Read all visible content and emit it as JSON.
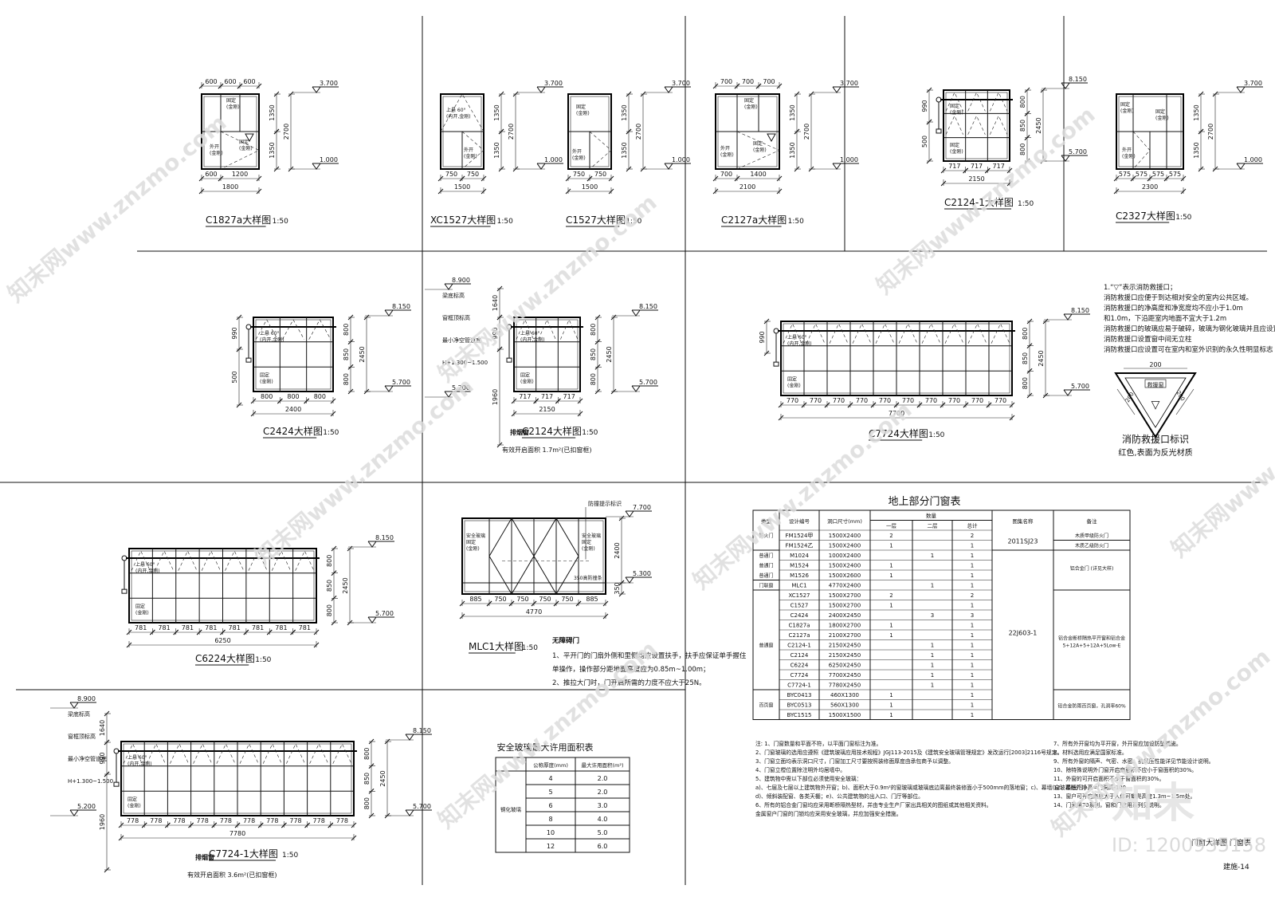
{
  "details": [
    {
      "code": "C1827a大样图",
      "scale": "1:50",
      "top_dims": [
        "600",
        "600",
        "600"
      ],
      "bottom_dims": [
        "600",
        "1200"
      ],
      "total": "1800",
      "heights": [
        "1350",
        "1350"
      ],
      "total_h": "2700",
      "elev_top": "3.700",
      "elev_bot": "1.000",
      "labels": [
        "固定\n(金刚)",
        "外开\n(金刚)",
        "固定\n(金刚)"
      ]
    },
    {
      "code": "XC1527大样图",
      "scale": "1:50",
      "bottom_dims": [
        "750",
        "750"
      ],
      "total": "1500",
      "heights": [
        "1350",
        "1350"
      ],
      "total_h": "2700",
      "elev_top": "3.700",
      "elev_bot": "1.000",
      "labels": [
        "上悬 60°\n(内开,金刚)",
        "外开\n(金刚)"
      ]
    },
    {
      "code": "C1527大样图",
      "scale": "1:50",
      "bottom_dims": [
        "750",
        "750"
      ],
      "total": "1500",
      "heights": [
        "1350",
        "1350"
      ],
      "total_h": "2700",
      "elev_top": "3.700",
      "elev_bot": "1.000",
      "labels": [
        "固定\n(金刚)",
        "外开\n(金刚)"
      ]
    },
    {
      "code": "C2127a大样图",
      "scale": "1:50",
      "top_dims": [
        "700",
        "700",
        "700"
      ],
      "bottom_dims": [
        "700",
        "1400"
      ],
      "total": "2100",
      "heights": [
        "1350",
        "1350"
      ],
      "total_h": "2700",
      "elev_top": "3.700",
      "elev_bot": "1.000",
      "labels": [
        "固定\n(金刚)",
        "外开\n(金刚)",
        "固定\n(金刚)"
      ]
    },
    {
      "code": "C2124-1大样图",
      "scale": "1:50",
      "bottom_dims": [
        "717",
        "717",
        "717"
      ],
      "total": "2150",
      "heights": [
        "800",
        "850",
        "800"
      ],
      "total_h": "2450",
      "left_dims": [
        "990",
        "500"
      ],
      "elev_top": "8.150",
      "elev_bot": "5.700",
      "labels": [
        "固定\n(金刚)"
      ]
    },
    {
      "code": "C2327大样图",
      "scale": "1:50",
      "bottom_dims": [
        "575",
        "575",
        "575",
        "575"
      ],
      "total": "2300",
      "heights": [
        "1350",
        "1350"
      ],
      "total_h": "2700",
      "elev_top": "3.700",
      "elev_bot": "1.000",
      "labels": [
        "固定\n(金刚)",
        "外开\n(金刚)",
        "固定\n(金刚)"
      ]
    },
    {
      "code": "C2424大样图",
      "scale": "1:50",
      "bottom_dims": [
        "800",
        "800",
        "800"
      ],
      "total": "2400",
      "heights": [
        "800",
        "850",
        "800"
      ],
      "total_h": "2450",
      "left_dims": [
        "990",
        "500"
      ],
      "elev_top": "8.150",
      "elev_bot": "5.700",
      "labels": [
        "上悬 60°\n(内开,金刚)",
        "固定\n(金刚)"
      ]
    },
    {
      "code": "C2124大样图",
      "scale": "1:50",
      "bottom_dims": [
        "717",
        "717",
        "717"
      ],
      "total": "2150",
      "heights": [
        "800",
        "850",
        "800"
      ],
      "total_h": "2450",
      "left_dims": [
        "1640",
        "990",
        "1960"
      ],
      "elev_top": "8.150",
      "elev_bot": "5.700",
      "elev_extra": [
        "8.900",
        "5.200"
      ],
      "side_notes": [
        "排烟窗",
        "有效开启面积 1.7m²(已扣窗框)"
      ],
      "labels": [
        "上悬 60°\n(内开,金刚)",
        "固定\n(金刚)"
      ],
      "left_notes": [
        "梁底标高",
        "窗框顶标高",
        "最小净空管道底",
        "H+1.300~1.500"
      ]
    },
    {
      "code": "C7724大样图",
      "scale": "1:50",
      "bottom_dims": [
        "770",
        "770",
        "770",
        "770",
        "770",
        "770",
        "770",
        "770",
        "770",
        "770"
      ],
      "total": "7700",
      "heights": [
        "800",
        "850",
        "800"
      ],
      "total_h": "2450",
      "left_dims": [
        "990"
      ],
      "elev_top": "8.150",
      "elev_bot": "5.700",
      "labels": [
        "上悬 60°\n(内开,金刚)",
        "固定\n(金刚)"
      ]
    },
    {
      "code": "C6224大样图",
      "scale": "1:50",
      "bottom_dims": [
        "781",
        "781",
        "781",
        "781",
        "781",
        "781",
        "781",
        "781"
      ],
      "total": "6250",
      "heights": [
        "800",
        "850",
        "800"
      ],
      "total_h": "2450",
      "elev_top": "8.150",
      "elev_bot": "5.700",
      "labels": [
        "上悬 60°\n(内开,金刚)",
        "固定\n(金刚)"
      ]
    },
    {
      "code": "MLC1大样图",
      "scale": "1:50",
      "bottom_dims": [
        "885",
        "750",
        "750",
        "750",
        "750",
        "885"
      ],
      "total": "4770",
      "heights": [
        "2400",
        "350"
      ],
      "elev_top": "7.700",
      "elev_bot": "5.300",
      "labels": [
        "安全玻璃\n固定\n(金刚)",
        "安全玻璃\n固定\n(金刚)"
      ],
      "side_note": "防撞提示标识",
      "bottom_note": "350高防撞条"
    },
    {
      "code": "C7724-1大样图",
      "scale": "1:50",
      "bottom_dims": [
        "778",
        "778",
        "778",
        "778",
        "778",
        "778",
        "778",
        "778",
        "778",
        "778"
      ],
      "total": "7780",
      "heights": [
        "800",
        "850",
        "800"
      ],
      "total_h": "2450",
      "left_dims": [
        "1640",
        "990",
        "1960"
      ],
      "elev_top": "8.150",
      "elev_bot": "5.700",
      "elev_extra": [
        "8.900",
        "5.200"
      ],
      "side_notes": [
        "排烟窗",
        "有效开启面积 3.6m²(已扣窗框)"
      ],
      "labels": [
        "上悬 60°\n(内开,金刚)",
        "固定\n(金刚)"
      ],
      "left_notes": [
        "梁底标高",
        "窗框顶标高",
        "最小净空管道底",
        "H+1.300~1.500"
      ]
    }
  ],
  "mlc_notes": {
    "title": "无障碍门",
    "lines": [
      "1、平开门的门扇外侧和里侧均应设置扶手，扶手应保证单手握住",
      "   单操作，操作部分距地面高度应为0.85m~1.00m；",
      "2、推拉大门时，门开启所需的力度不应大于25N。"
    ]
  },
  "fire_notes": {
    "lines": [
      "1.“▽”表示消防救援口；",
      "消防救援口应便于到达相对安全的室内公共区域。",
      "消防救援口的净高度和净宽度均不应小于1.0m",
      "和1.0m，下沿距室内地面不宜大于1.2m",
      "消防救援口的玻璃应易于破碎，玻璃为钢化玻璃并且应设置",
      "消防救援口设置窗中间无立柱",
      "消防救援口应设置可在室内和室外识别的永久性明显标志"
    ],
    "sign_text": "救援窗",
    "sign_dim": "200",
    "sign_title": "消防救援口标识",
    "sign_sub": "红色,表面为反光材质"
  },
  "glass_table": {
    "title": "安全玻璃最大许用面积表",
    "headers": [
      "公称厚度(mm)",
      "最大许用面积(m²)"
    ],
    "group": "钢化玻璃",
    "rows": [
      [
        "4",
        "2.0"
      ],
      [
        "5",
        "2.0"
      ],
      [
        "6",
        "3.0"
      ],
      [
        "8",
        "4.0"
      ],
      [
        "10",
        "5.0"
      ],
      [
        "12",
        "6.0"
      ]
    ]
  },
  "schedule": {
    "title": "地上部分门窗表",
    "headers": [
      "类型",
      "设计编号",
      "洞口尺寸(mm)",
      "数量",
      "图集名称",
      "备注"
    ],
    "qty_sub": [
      "一层",
      "二层",
      "总计"
    ],
    "rows": [
      {
        "type": "防火门",
        "code": "FM1524甲",
        "size": "1500X2400",
        "q": [
          "2",
          "",
          "2"
        ]
      },
      {
        "type": "",
        "code": "FM1524乙",
        "size": "1500X2400",
        "q": [
          "1",
          "",
          "1"
        ]
      },
      {
        "type": "普通门",
        "code": "M1024",
        "size": "1000X2400",
        "q": [
          "",
          "1",
          "1"
        ]
      },
      {
        "type": "普通门",
        "code": "M1524",
        "size": "1500X2400",
        "q": [
          "1",
          "",
          "1"
        ]
      },
      {
        "type": "普通门",
        "code": "M1526",
        "size": "1500X2600",
        "q": [
          "1",
          "",
          "1"
        ]
      },
      {
        "type": "门联窗",
        "code": "MLC1",
        "size": "4770X2400",
        "q": [
          "",
          "1",
          "1"
        ]
      },
      {
        "type": "",
        "code": "XC1527",
        "size": "1500X2700",
        "q": [
          "2",
          "",
          "2"
        ]
      },
      {
        "type": "",
        "code": "C1527",
        "size": "1500X2700",
        "q": [
          "1",
          "",
          "1"
        ]
      },
      {
        "type": "",
        "code": "C2424",
        "size": "2400X2450",
        "q": [
          "",
          "3",
          "3"
        ]
      },
      {
        "type": "",
        "code": "C1827a",
        "size": "1800X2700",
        "q": [
          "1",
          "",
          "1"
        ]
      },
      {
        "type": "",
        "code": "C2127a",
        "size": "2100X2700",
        "q": [
          "1",
          "",
          "1"
        ]
      },
      {
        "type": "普通窗",
        "code": "C2124-1",
        "size": "2150X2450",
        "q": [
          "",
          "1",
          "1"
        ]
      },
      {
        "type": "",
        "code": "C2124",
        "size": "2150X2450",
        "q": [
          "",
          "1",
          "1"
        ]
      },
      {
        "type": "",
        "code": "C6224",
        "size": "6250X2450",
        "q": [
          "",
          "1",
          "1"
        ]
      },
      {
        "type": "",
        "code": "C7724",
        "size": "7700X2450",
        "q": [
          "",
          "1",
          "1"
        ]
      },
      {
        "type": "",
        "code": "C7724-1",
        "size": "7780X2450",
        "q": [
          "",
          "1",
          "1"
        ]
      },
      {
        "type": "",
        "code": "BYC0413",
        "size": "460X1300",
        "q": [
          "1",
          "",
          "1"
        ]
      },
      {
        "type": "百页窗",
        "code": "BYC0513",
        "size": "560X1300",
        "q": [
          "1",
          "",
          "1"
        ]
      },
      {
        "type": "",
        "code": "BYC1515",
        "size": "1500X1500",
        "q": [
          "1",
          "",
          "1"
        ]
      }
    ],
    "atlas": [
      "2011SJ23",
      "22J603-1"
    ],
    "remarks": [
      "木质甲级防火门",
      "木质乙级防火门",
      "铝合金门 (详见大样)",
      "铝合金断桥隔热平开窗和铝合金\n5+12A+5+12A+5Low-E",
      "铝合金防雨百页窗，孔洞率60%"
    ]
  },
  "schedule_notes_left": [
    "注: 1、门窗数量和平面不符，以平面门窗标注为准。",
    "2、门窗玻璃的选用应遵照《建筑玻璃应用技术规程》JGJ113-2015及《建筑安全玻璃管理规定》发改运行[2003]2116号规定。",
    "3、门窗立面均表示洞口尺寸，门窗加工尺寸要按照装修面厚度由承包商予以调整。",
    "4、门窗立樘位置除注明外均居墙中。",
    "5、建筑物中需以下部位必须使用安全玻璃：",
    "   a)、七层及七层以上建筑物外开窗；b)、面积大于0.9m²的窗玻璃或玻璃底边离最终装修面小于500mm的落地窗；c)、幕墙(全玻幕除外)；",
    "   d)、倾斜装配窗、各类天棚；e)、公共建筑物的出入口、门厅等部位。",
    "6、所有的铝合金门窗均应采用断桥隔热型材，并由专业生产厂家出具相关的图纸或其他相关资料。",
    "   金属窗户门窗的门锁均应采用安全玻璃，并应加强安全措施。"
  ],
  "schedule_notes_right": [
    "7、所有外开窗均为平开窗，外开窗应加设防坠措施。",
    "8、材料选用应满足国家标准。",
    "9、所有外窗的隔声、气密、水密、抗风压性能详见节能设计说明。",
    "10、除特殊说明外门窗开启扇面积不应小于窗面积的30%。",
    "11、外窗的可开启面积不少于窗面积的30%。",
    "12、最低门净高=门洞高-100",
    "13、窗户可开启扇底大于人体可攀爬高度1.3m~1.5m处。",
    "14、门采用70系列，窗和门选用系列见说明。"
  ],
  "sheet": {
    "title": "门窗大样图    门窗表",
    "number": "建施-14"
  },
  "watermark": {
    "logo_text": "知末",
    "id_text": "ID: 1200935158",
    "repeat_text": "知末网www.znzmo.com"
  }
}
